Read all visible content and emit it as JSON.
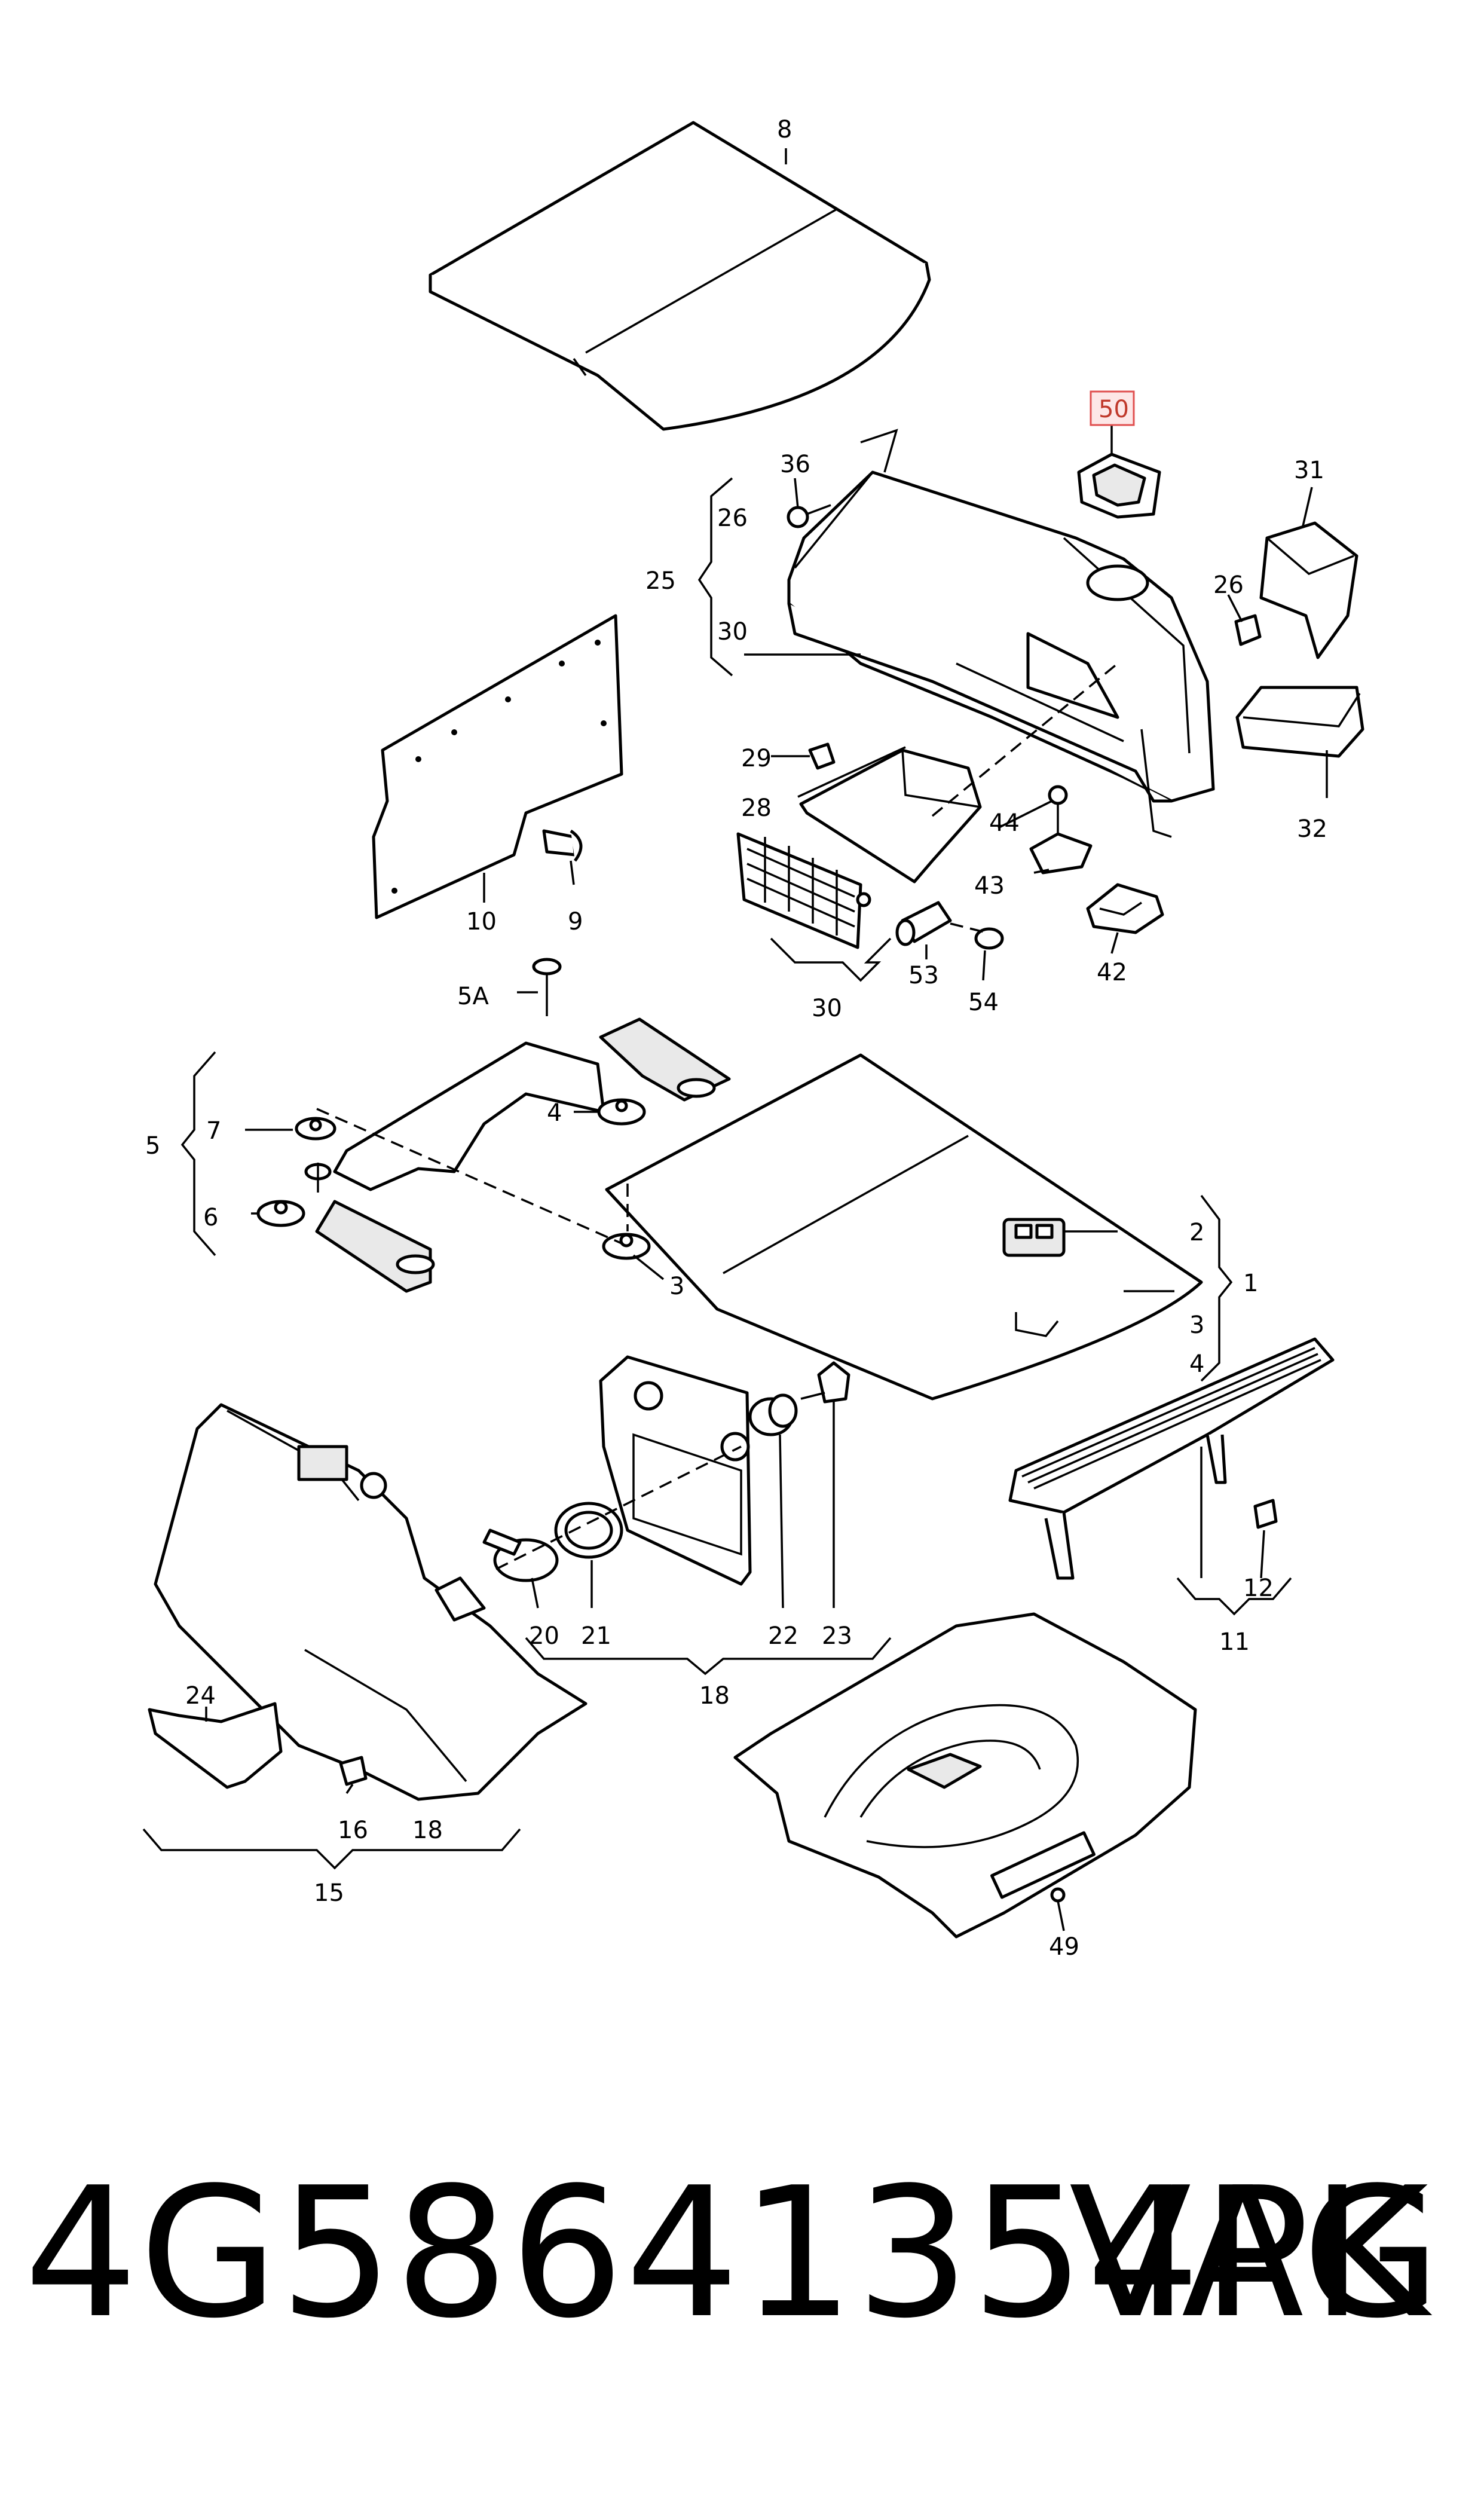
{
  "highlight_color": "#e05050",
  "footer": {
    "part_number": "4G58641354PK",
    "brand": "VAG"
  },
  "callouts": {
    "c1": "1",
    "c2": "2",
    "c3a": "3",
    "c3b": "3",
    "c4a": "4",
    "c4b": "4",
    "c5": "5",
    "c5a": "5A",
    "c6": "6",
    "c7": "7",
    "c8": "8",
    "c9": "9",
    "c10": "10",
    "c11": "11",
    "c12": "12",
    "c15": "15",
    "c16": "16",
    "c18a": "18",
    "c18b": "18",
    "c20": "20",
    "c21": "21",
    "c22": "22",
    "c23": "23",
    "c24": "24",
    "c25": "25",
    "c26a": "26",
    "c26b": "26",
    "c28": "28",
    "c29": "29",
    "c30a": "30",
    "c30b": "30",
    "c31": "31",
    "c32": "32",
    "c36": "36",
    "c42": "42",
    "c43": "43",
    "c44": "44",
    "c49": "49",
    "c50": "50",
    "c53": "53",
    "c54": "54"
  }
}
